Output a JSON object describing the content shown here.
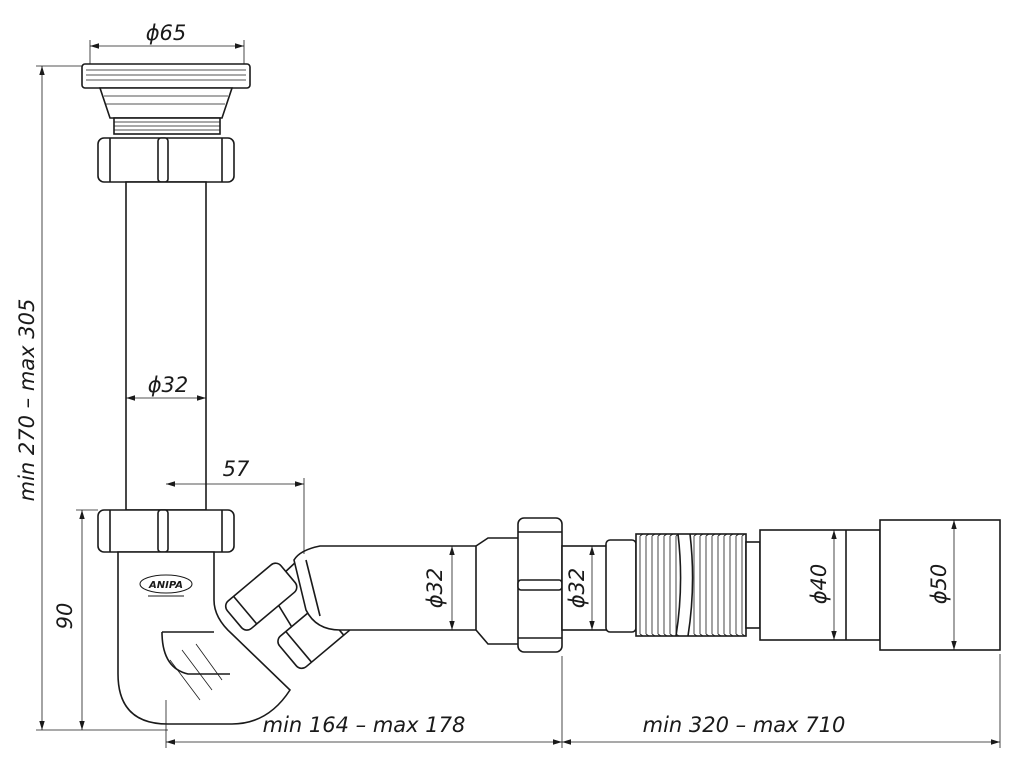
{
  "dimensions": {
    "outlet_diameter": "ϕ65",
    "vertical_pipe_diameter": "ϕ32",
    "offset": "57",
    "overall_height": "min 270 – max 305",
    "trap_height": "90",
    "branch_diameter": "ϕ32",
    "union_diameter": "ϕ32",
    "hose_diameter_small": "ϕ40",
    "hose_diameter_large": "ϕ50",
    "branch_length": "min 164 – max 178",
    "hose_length": "min 320 – max 710"
  },
  "logo": {
    "text": "ANIPA"
  }
}
